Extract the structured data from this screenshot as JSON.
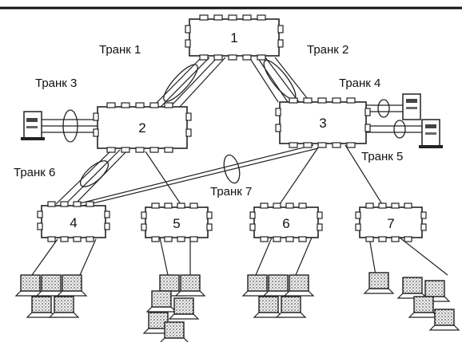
{
  "switches": [
    {
      "id": "sw1",
      "label": "1"
    },
    {
      "id": "sw2",
      "label": "2"
    },
    {
      "id": "sw3",
      "label": "3"
    },
    {
      "id": "sw4",
      "label": "4"
    },
    {
      "id": "sw5",
      "label": "5"
    },
    {
      "id": "sw6",
      "label": "6"
    },
    {
      "id": "sw7",
      "label": "7"
    }
  ],
  "trunks": [
    {
      "id": "t1",
      "label": "Транк 1"
    },
    {
      "id": "t2",
      "label": "Транк 2"
    },
    {
      "id": "t3",
      "label": "Транк 3"
    },
    {
      "id": "t4",
      "label": "Транк 4"
    },
    {
      "id": "t5",
      "label": "Транк 5"
    },
    {
      "id": "t6",
      "label": "Транк 6"
    },
    {
      "id": "t7",
      "label": "Транк 7"
    }
  ]
}
